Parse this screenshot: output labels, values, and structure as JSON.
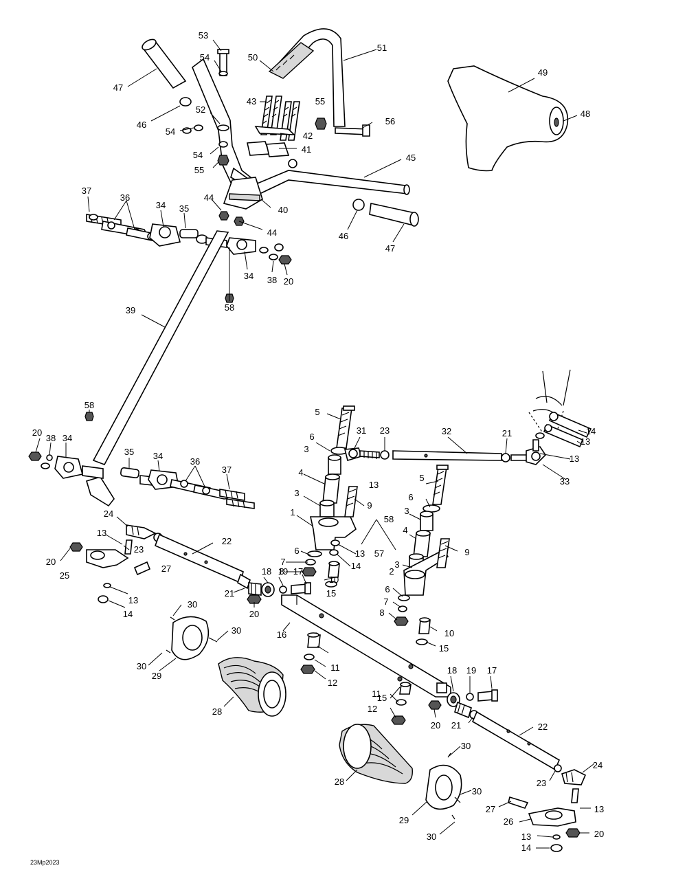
{
  "diagram_code": "23Mp2023",
  "callouts": [
    {
      "label": "53"
    },
    {
      "label": "54"
    },
    {
      "label": "50"
    },
    {
      "label": "51"
    },
    {
      "label": "47"
    },
    {
      "label": "49"
    },
    {
      "label": "43"
    },
    {
      "label": "55"
    },
    {
      "label": "56"
    },
    {
      "label": "46"
    },
    {
      "label": "52"
    },
    {
      "label": "48"
    },
    {
      "label": "54"
    },
    {
      "label": "42"
    },
    {
      "label": "41"
    },
    {
      "label": "54"
    },
    {
      "label": "55"
    },
    {
      "label": "45"
    },
    {
      "label": "37"
    },
    {
      "label": "44"
    },
    {
      "label": "36"
    },
    {
      "label": "34"
    },
    {
      "label": "35"
    },
    {
      "label": "40"
    },
    {
      "label": "44"
    },
    {
      "label": "46"
    },
    {
      "label": "47"
    },
    {
      "label": "34"
    },
    {
      "label": "38"
    },
    {
      "label": "20"
    },
    {
      "label": "58"
    },
    {
      "label": "39"
    },
    {
      "label": "58"
    },
    {
      "label": "5"
    },
    {
      "label": "31"
    },
    {
      "label": "23"
    },
    {
      "label": "32"
    },
    {
      "label": "21"
    },
    {
      "label": "14"
    },
    {
      "label": "13"
    },
    {
      "label": "20"
    },
    {
      "label": "38"
    },
    {
      "label": "34"
    },
    {
      "label": "6"
    },
    {
      "label": "13"
    },
    {
      "label": "3"
    },
    {
      "label": "35"
    },
    {
      "label": "34"
    },
    {
      "label": "36"
    },
    {
      "label": "37"
    },
    {
      "label": "13"
    },
    {
      "label": "33"
    },
    {
      "label": "4"
    },
    {
      "label": "5"
    },
    {
      "label": "3"
    },
    {
      "label": "9"
    },
    {
      "label": "6"
    },
    {
      "label": "3"
    },
    {
      "label": "1"
    },
    {
      "label": "58"
    },
    {
      "label": "24"
    },
    {
      "label": "4"
    },
    {
      "label": "9"
    },
    {
      "label": "13"
    },
    {
      "label": "6"
    },
    {
      "label": "22"
    },
    {
      "label": "7"
    },
    {
      "label": "23"
    },
    {
      "label": "13"
    },
    {
      "label": "57"
    },
    {
      "label": "8"
    },
    {
      "label": "14"
    },
    {
      "label": "20"
    },
    {
      "label": "3"
    },
    {
      "label": "17"
    },
    {
      "label": "27"
    },
    {
      "label": "25"
    },
    {
      "label": "2"
    },
    {
      "label": "10"
    },
    {
      "label": "18"
    },
    {
      "label": "19"
    },
    {
      "label": "21"
    },
    {
      "label": "15"
    },
    {
      "label": "13"
    },
    {
      "label": "6"
    },
    {
      "label": "7"
    },
    {
      "label": "14"
    },
    {
      "label": "20"
    },
    {
      "label": "8"
    },
    {
      "label": "30"
    },
    {
      "label": "16"
    },
    {
      "label": "10"
    },
    {
      "label": "30"
    },
    {
      "label": "15"
    },
    {
      "label": "30"
    },
    {
      "label": "11"
    },
    {
      "label": "29"
    },
    {
      "label": "12"
    },
    {
      "label": "18"
    },
    {
      "label": "19"
    },
    {
      "label": "17"
    },
    {
      "label": "28"
    },
    {
      "label": "15"
    },
    {
      "label": "11"
    },
    {
      "label": "20"
    },
    {
      "label": "21"
    },
    {
      "label": "12"
    },
    {
      "label": "22"
    },
    {
      "label": "30"
    },
    {
      "label": "24"
    },
    {
      "label": "23"
    },
    {
      "label": "28"
    },
    {
      "label": "30"
    },
    {
      "label": "27"
    },
    {
      "label": "13"
    },
    {
      "label": "29"
    },
    {
      "label": "26"
    },
    {
      "label": "20"
    },
    {
      "label": "13"
    },
    {
      "label": "30"
    },
    {
      "label": "14"
    }
  ]
}
